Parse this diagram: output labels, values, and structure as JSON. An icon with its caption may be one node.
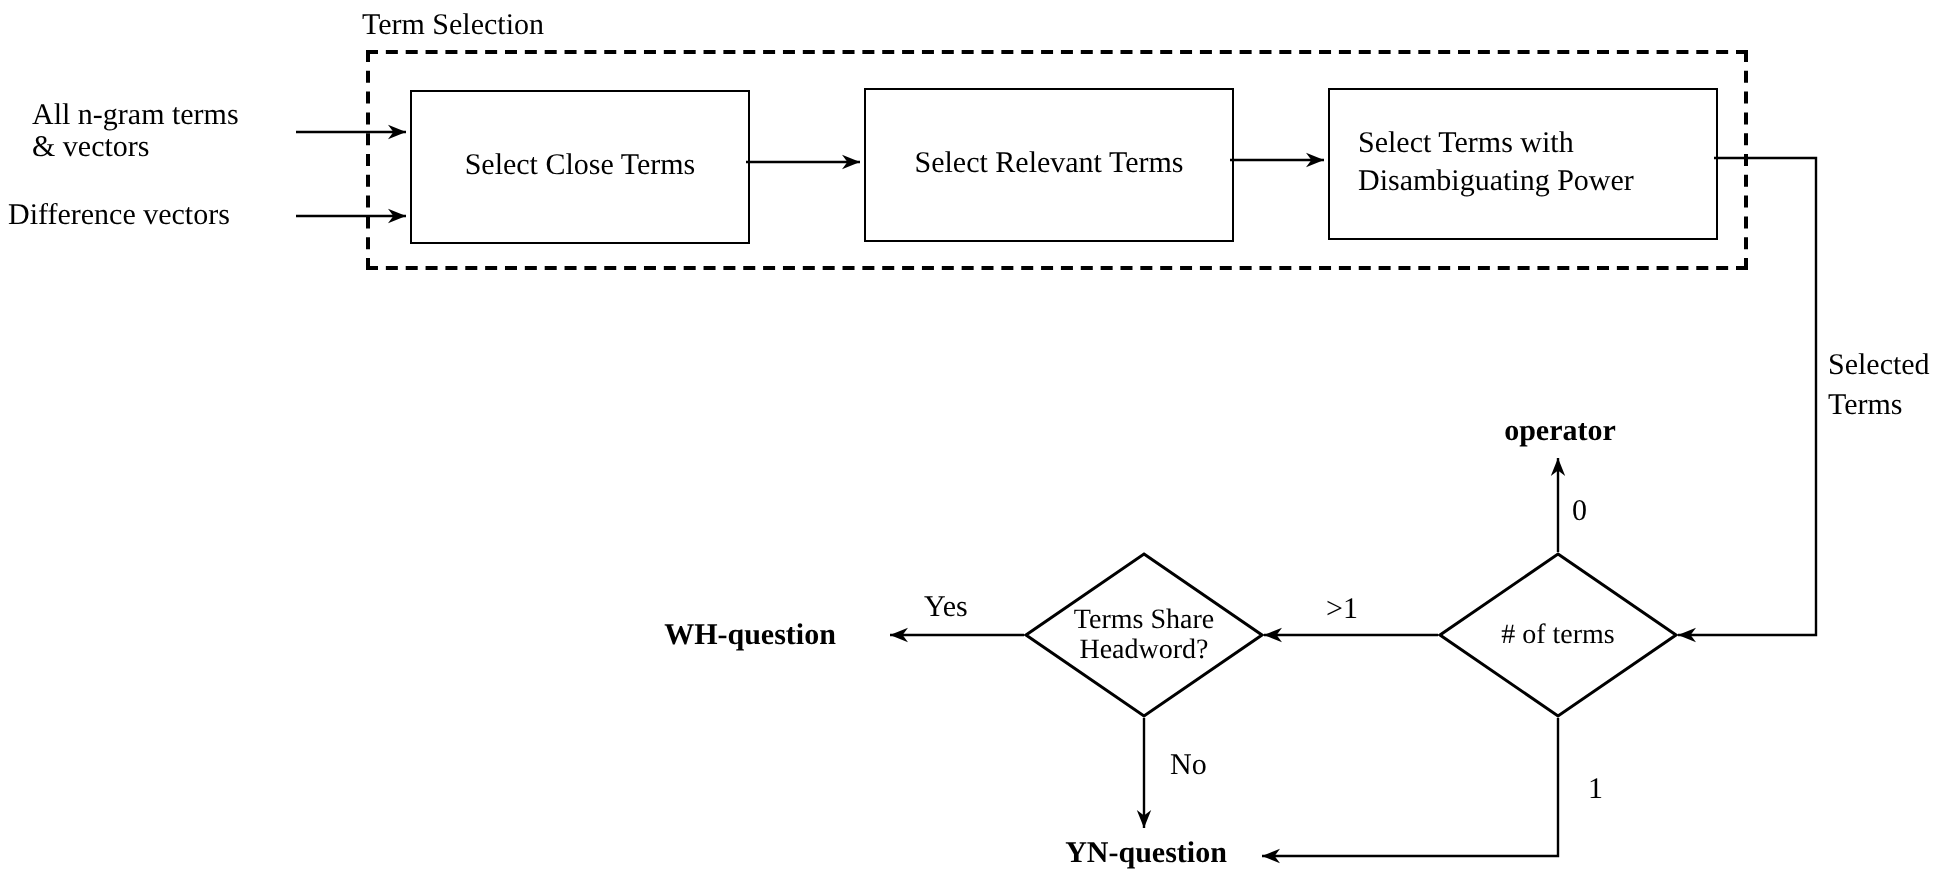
{
  "diagram": {
    "nodes": [
      {
        "text": [
          "Term Selection"
        ]
      },
      {
        "text": [
          "Select Close Terms"
        ],
        "in": 0
      },
      {
        "text": [
          "Select Relevant Terms"
        ],
        "in": 0
      },
      {
        "text": [
          "Select Terms with Disambiguating Power"
        ],
        "in": 0
      },
      {
        "text": [
          "All n-gram terms & vectors"
        ]
      },
      {
        "text": [
          "Difference vectors"
        ]
      },
      {
        "text": [
          "# of terms"
        ]
      },
      {
        "text": [
          "operator"
        ]
      },
      {
        "text": [
          "Terms Share Headword?"
        ]
      },
      {
        "text": [
          "WH-question"
        ]
      },
      {
        "text": [
          "YN-question"
        ]
      }
    ],
    "edges": [
      {
        "from": 4,
        "to": 1,
        "arrow": "to"
      },
      {
        "from": 5,
        "to": 1,
        "arrow": "to"
      },
      {
        "from": 1,
        "to": 2,
        "arrow": "to"
      },
      {
        "from": 2,
        "to": 3,
        "arrow": "to"
      },
      {
        "from": 3,
        "to": 6,
        "arrow": "to",
        "label": "Selected Terms"
      },
      {
        "from": 6,
        "to": 7,
        "arrow": "to",
        "label": "0"
      },
      {
        "from": 6,
        "to": 8,
        "arrow": "to",
        "label": ">1"
      },
      {
        "from": 6,
        "to": 10,
        "arrow": "to",
        "label": "1"
      },
      {
        "from": 8,
        "to": 9,
        "arrow": "to",
        "label": "Yes"
      },
      {
        "from": 8,
        "to": 10,
        "arrow": "to",
        "label": "No"
      }
    ]
  }
}
